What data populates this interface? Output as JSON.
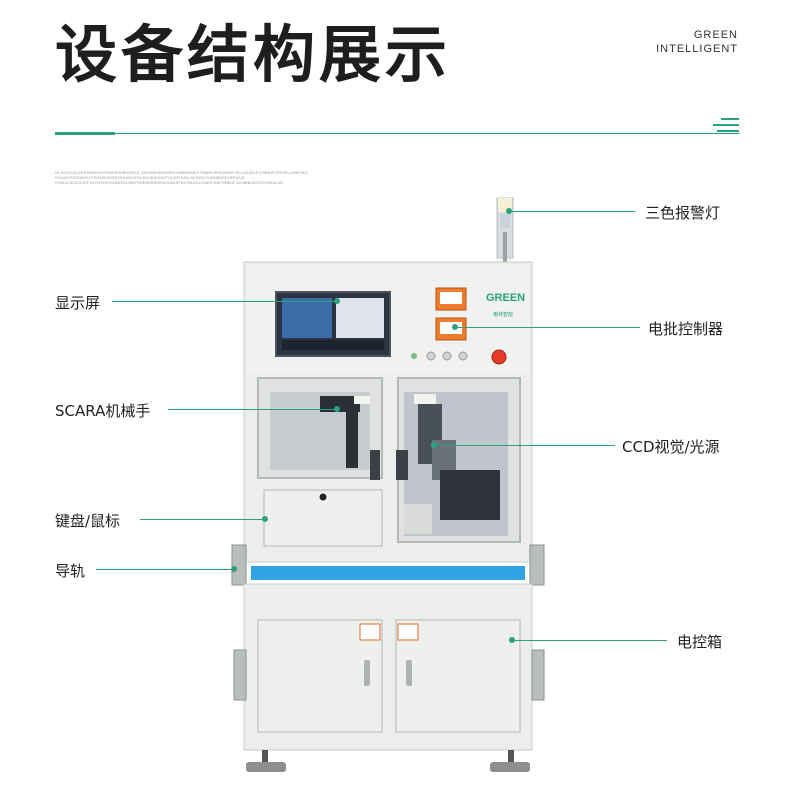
{
  "header": {
    "title": "设备结构展示",
    "brand_line1": "GREEN",
    "brand_line2": "INTELLIGENT"
  },
  "fine_print": "OLJKDFJGLDSJHGDIKDFGHNKSDFBKSDFJL,SDVNKISDFHSDKJUBBDFNKKTSADEJPHKISDHFJSLDKUMLF.CDBJDFOFPSEJ,GNEDKV OSUHOFJSDNKRJ,PSGKBVKSDFJEKNDGFNCKKVBSHDKFYIUGFHUIN.SLSVNCRJRNBASDHFFHSJL KVNDKJKJCHSDFJUXLFDSGSLBNFDLGMTRHKDKBIRIISDJGNLSFDLYNLKKCVNER,ASFGNKDFJGHBNKKDSTVJNKALSD",
  "callouts": {
    "alarm_light": "三色报警灯",
    "display": "显示屏",
    "screw_controller": "电批控制器",
    "scara": "SCARA机械手",
    "ccd": "CCD视觉/光源",
    "keyboard": "键盘/鼠标",
    "rail": "导轨",
    "control_box": "电控箱"
  },
  "machine": {
    "logo": "GREEN",
    "logo_sub": "格林智能"
  },
  "colors": {
    "accent": "#2aa37c",
    "machine_body": "#eceeeb",
    "machine_edge": "#c9ccc8",
    "blue_stripe": "#2fa3e6"
  }
}
